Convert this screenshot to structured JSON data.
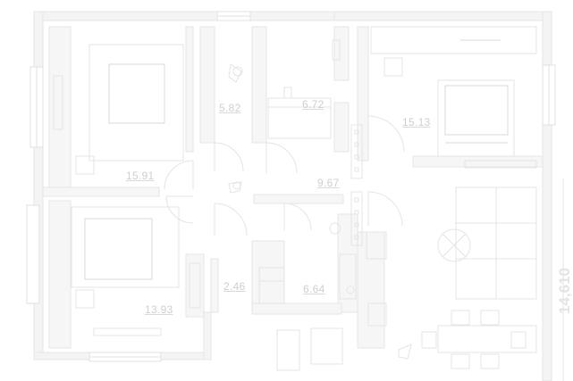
{
  "rooms": [
    {
      "id": "bedroom-1",
      "area": "15.91"
    },
    {
      "id": "bathroom-1",
      "area": "5.82"
    },
    {
      "id": "bathroom-2",
      "area": "6.72"
    },
    {
      "id": "bedroom-3",
      "area": "15.13"
    },
    {
      "id": "hallway",
      "area": "9.67"
    },
    {
      "id": "bedroom-2",
      "area": "13.93"
    },
    {
      "id": "storage",
      "area": "2.46"
    },
    {
      "id": "laundry",
      "area": "6.64"
    }
  ],
  "dimension_text": "14,610",
  "colors": {
    "wall_fill": "#f3f3f3",
    "wall_stroke": "#e6e6e6",
    "line": "#e2e2e2",
    "label": "#cfcfcf"
  }
}
